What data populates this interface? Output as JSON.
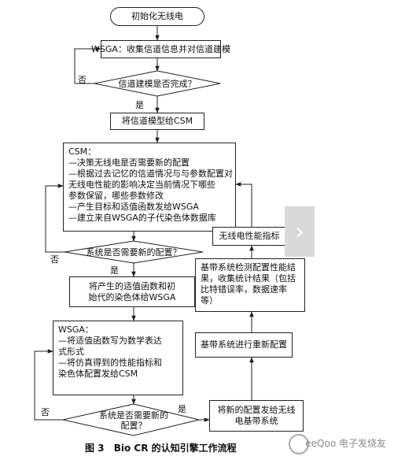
{
  "nodes": {
    "start": "初始化无线电",
    "wsga_model": "WSGA：收集信道信息并对信道建模",
    "decision_model": "信道建模是否完成？",
    "give_csm": "将信道模型给CSM",
    "csm_lines": [
      "CSM：",
      "—决策无线电是否需要新的配置",
      "—根据过去记忆的信道情况与与参数配置对",
      "  无线电性能的影响决定当前情况下哪些",
      "  参数保留，哪些参数修改",
      "—产生目标和适值函数发给WSGA",
      "—建立来自WSGA的子代染色体数据库"
    ],
    "decision_cfg_1": "系统是否需要新的配置？",
    "give_wsga_lines": [
      "将产生的适值函数和初",
      "始代的染色体给WSGA"
    ],
    "wsga2_lines": [
      "WSGA：",
      "—将适值函数写为数学表达",
      "  式形式",
      "—将仿真得到的性能指标和",
      "  染色体配置发给CSM"
    ],
    "decision_cfg_2_lines": [
      "系统是否需要新的",
      "配置？"
    ],
    "send_config_lines": [
      "将新的配置发给无线",
      "电基带系统"
    ],
    "reconfig": "基带系统进行重新配置",
    "detect_lines": [
      "基带系统检测配置性能结",
      "果，收集统计结果（包括",
      "比特错误率，数据速率",
      "等）"
    ],
    "metrics": "无线电性能指标"
  },
  "edge_labels": {
    "no_1": "否",
    "yes_1": "是",
    "no_2": "否",
    "yes_2": "是",
    "no_3": "否",
    "yes_3": "是"
  },
  "caption": {
    "figure": "图 3",
    "text": "Bio CR 的认知引擎工作流程"
  },
  "watermark": "eeQoo 电子发烧友",
  "nav_icon": "chevron-right-icon"
}
